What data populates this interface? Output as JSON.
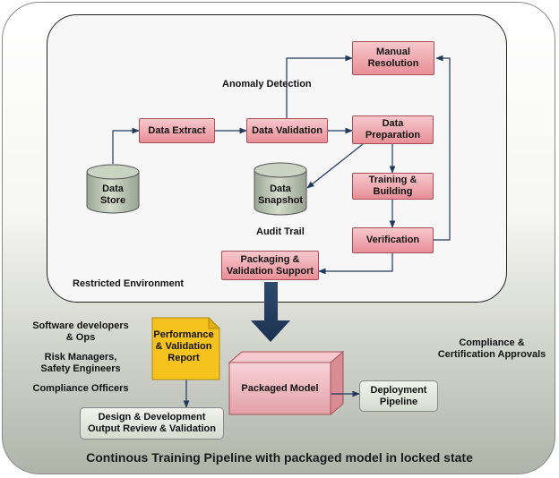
{
  "containers": {
    "restricted_environment_label": "Restricted Environment"
  },
  "nodes": {
    "data_store": "Data\nStore",
    "data_extract": "Data Extract",
    "data_validation": "Data Validation",
    "data_preparation": "Data\nPreparation",
    "manual_resolution": "Manual\nResolution",
    "data_snapshot": "Data\nSnapshot",
    "training_building": "Training &\nBuilding",
    "verification": "Verification",
    "packaging_validation_support": "Packaging &\nValidation Support",
    "performance_report": "Performance\n& Validation\nReport",
    "packaged_model": "Packaged Model",
    "deployment_pipeline": "Deployment\nPipeline",
    "design_review": "Design & Development\nOutput Review & Validation"
  },
  "edge_labels": {
    "anomaly_detection": "Anomaly Detection",
    "audit_trail": "Audit Trail"
  },
  "stakeholders": {
    "software_developers": "Software developers\n& Ops",
    "risk_managers": "Risk Managers,\nSafety Engineers",
    "compliance_officers": "Compliance Officers",
    "compliance_approvals": "Compliance &\nCertification Approvals"
  },
  "title": "Continous Training Pipeline with packaged model in locked state",
  "colors": {
    "process_fill": "#f0aeb4",
    "process_border": "#a85058",
    "report_fill": "#f6c21d",
    "cylinder_fill": "#b9c4b1",
    "arrow": "#1f3a5c"
  }
}
